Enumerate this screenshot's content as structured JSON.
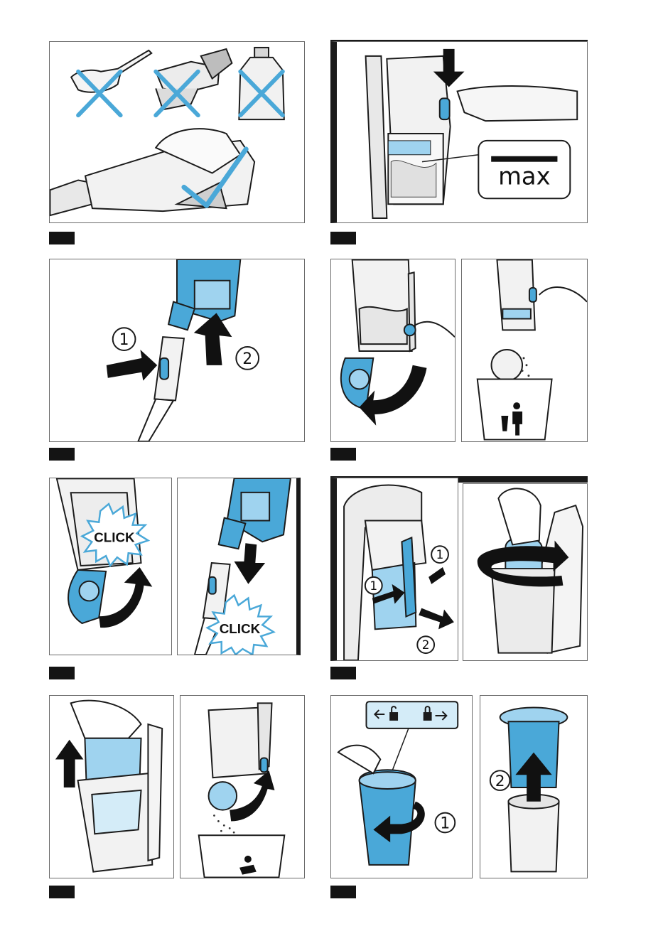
{
  "callouts": {
    "max_label": "max",
    "click_label": "CLICK",
    "step_1": "1",
    "step_2": "2"
  },
  "colors": {
    "accent_blue": "#4aa8d8",
    "light_blue": "#9fd3ef",
    "outline": "#1b1b1b",
    "frame": "#6b6b6b",
    "label_box": "#141414"
  },
  "panels": [
    {
      "id": "wipe-clean",
      "icons": [
        "screwdriver-icon",
        "brush-icon",
        "cleaner-bottle-icon",
        "cross-icon",
        "checkmark-icon"
      ]
    },
    {
      "id": "max-level",
      "icons": [
        "down-arrow-icon",
        "max-line-callout"
      ]
    },
    {
      "id": "detach-handle",
      "icons": [
        "arrow-icon"
      ]
    },
    {
      "id": "empty-bin",
      "icons": [
        "trash-bin-icon",
        "rotate-arrow-icon"
      ]
    },
    {
      "id": "close-lid",
      "icons": [
        "rotate-arrow-icon",
        "click-burst"
      ]
    },
    {
      "id": "release-bin",
      "icons": [
        "arrow-icon",
        "rotate-arrow-icon"
      ]
    },
    {
      "id": "lift-filter",
      "icons": [
        "up-arrow-icon",
        "trash-bin-icon"
      ]
    },
    {
      "id": "unlock-filter",
      "icons": [
        "unlock-icon",
        "lock-icon",
        "rotate-arrow-icon",
        "up-arrow-icon"
      ]
    }
  ]
}
